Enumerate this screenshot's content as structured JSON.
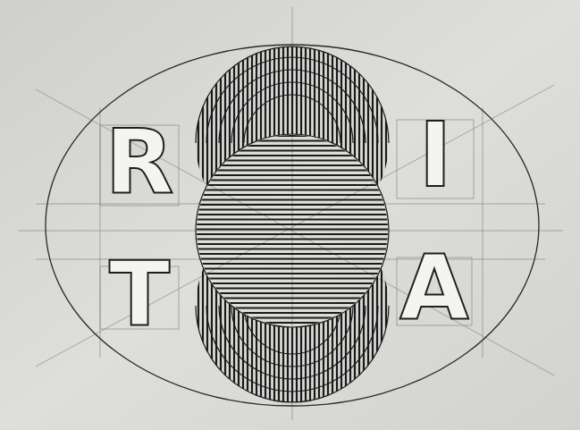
{
  "diagram": {
    "labels": [
      "R",
      "I",
      "T",
      "A"
    ]
  }
}
